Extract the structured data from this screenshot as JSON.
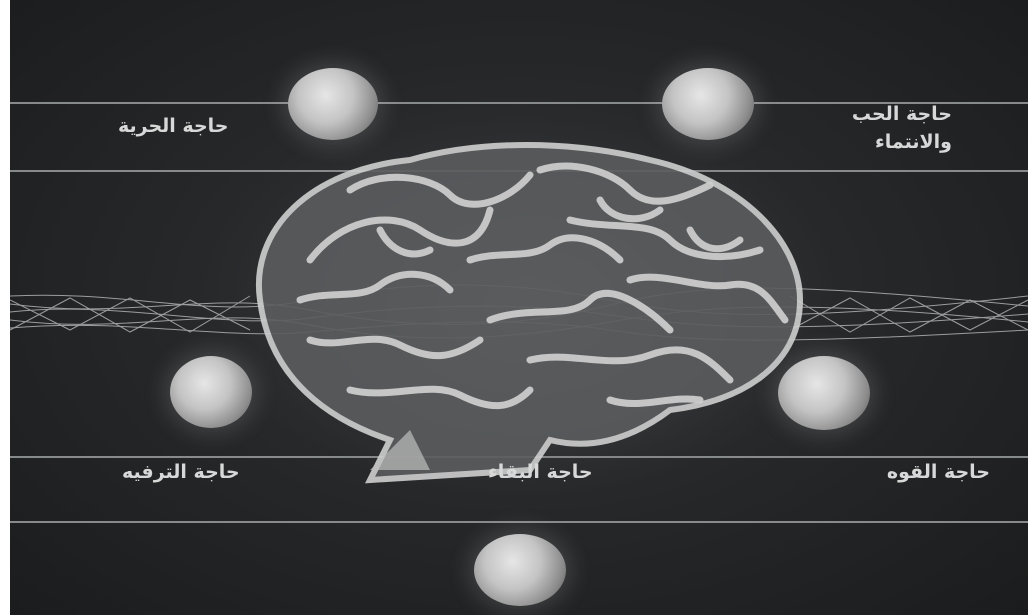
{
  "labels": {
    "freedom": "حاجة الحرية",
    "love_line1": "حاجة الحب",
    "love_line2": "والانتماء",
    "fun": "حاجة الترفيه",
    "survival": "حاجة البقاء",
    "power": "حاجة القوه"
  },
  "colors": {
    "background": "#26282a",
    "lines": "#9a9c9e",
    "text": "#d8d8d8",
    "brain": "#cfcfcf"
  },
  "icons": [
    "brain-illustration",
    "sphere",
    "wire-mesh-band"
  ]
}
